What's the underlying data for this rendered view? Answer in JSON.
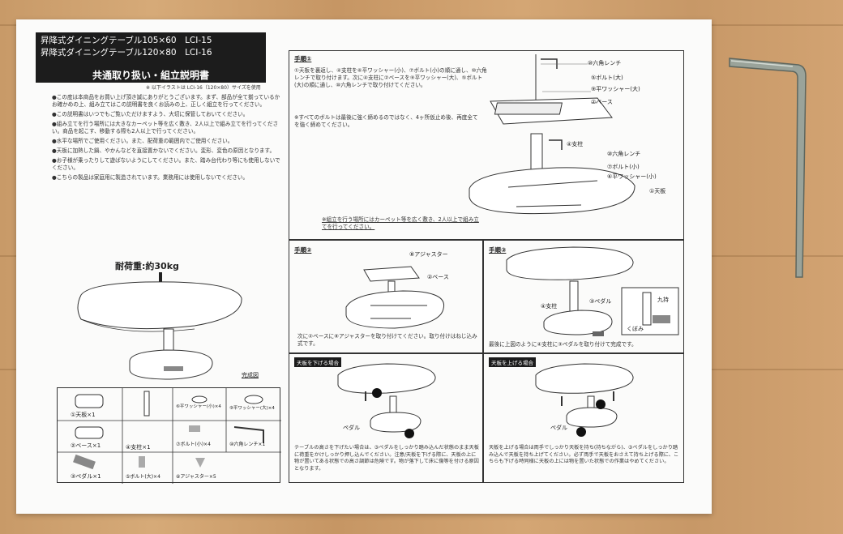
{
  "header": {
    "line1": "昇降式ダイニングテーブル105×60　LCI-15",
    "line2": "昇降式ダイニングテーブル120×80　LCI-16",
    "subtitle": "共通取り扱い・組立説明書",
    "note": "※ 以下イラストは LCI-16（120×80）サイズを使用"
  },
  "notes": [
    "●この度は本商品をお買い上げ頂き誠にありがとうございます。まず、部品が全て揃っているかお確かめの上、組み立てはこの説明書を良くお読みの上、正しく組立を行ってください。",
    "●この説明書はいつでもご覧いただけますよう、大切に保管しておいてください。",
    "●組み立てを行う場所には大きなカーペット等を広く敷き、2人以上で組み立てを行ってください。商品を起こす、移動する際も2人以上で行ってください。",
    "●水平な場所でご使用ください。また、配荷重の範囲内でご使用ください。",
    "●天板に加熱した鍋、やかんなどを直接置かないでください。変形、変色の原因となります。",
    "●お子様が乗ったりして遊ばないようにしてください。また、踏み台代わり等にも使用しないでください。",
    "●こちらの製品は家庭用に製造されています。業務用には使用しないでください。"
  ],
  "load": "耐荷重:約30kg",
  "complete_label": "完成図",
  "parts": [
    {
      "name": "①天板×1"
    },
    {
      "name": "④支柱×1"
    },
    {
      "name": "⑥平ワッシャー(小)×4"
    },
    {
      "name": "⑨平ワッシャー(大)×4"
    },
    {
      "name": "②ベース×1"
    },
    {
      "name": "⑦ボルト(小)×4"
    },
    {
      "name": "⑩六角レンチ×1"
    },
    {
      "name": "③ペダル×1"
    },
    {
      "name": "⑤ボルト(大)×4"
    },
    {
      "name": "⑧アジャスター×5"
    }
  ],
  "step1": {
    "title": "手順①",
    "text": "①天板を裏返し、④支柱を⑥平ワッシャー(小)、⑦ボルト(小)の順に通し、⑩六角レンチで取り付けます。次に④支柱に②ベースを⑨平ワッシャー(大)、⑤ボルト(大)の順に通し、⑩六角レンチで取り付けてください。",
    "caution": "※すべてのボルトは最後に強く締めるのではなく、4ヶ所仮止め後、再度全てを強く締めてください。",
    "warning": "※組立を行う場所にはカーペット等を広く敷き、2人以上で組み立てを行ってください。",
    "labels": [
      "⑩六角レンチ",
      "⑤ボルト(大)",
      "⑨平ワッシャー(大)",
      "②ベース",
      "④支柱",
      "⑩六角レンチ",
      "⑦ボルト(小)",
      "⑥平ワッシャー(小)",
      "①天板"
    ]
  },
  "step2": {
    "title": "手順②",
    "labels": [
      "⑧アジャスター",
      "②ベース"
    ],
    "text": "次に②ベースに⑧アジャスターを取り付けてください。取り付けはねじ込み式です。"
  },
  "step3": {
    "title": "手順③",
    "labels": [
      "④支柱",
      "③ペダル",
      "九持",
      "くぼみ"
    ],
    "text": "最後に上図のように④支柱に③ペダルを取り付けて完成です。"
  },
  "lower": {
    "tag": "天板を下げる場合",
    "label": "ペダル",
    "text": "テーブルの高さを下げたい場合は、③ペダルをしっかり踏み込んだ状態のまま天板に荷重をかけしっかり押し込んでください。注意/天板を下げる際に、天板の上に物が置いてある状態での高さ調節は危険です。物が落下して床に傷等を付ける原因となります。"
  },
  "raise": {
    "tag": "天板を上げる場合",
    "label": "ペダル",
    "text": "天板を上げる場合は両手でしっかり天板を持ち(持ちながら)、③ペダルをしっかり踏み込んで天板を持ち上げてください。必ず両手で天板をおさえて持ち上げる際に、こちらも下げる時同様に天板の上には物を置いた状態での作業はやめてください。"
  },
  "colors": {
    "sheet": "#fbfbfa",
    "header": "#1c1c1c",
    "wood": "#c89a68",
    "wrench": "#9aa39a"
  }
}
